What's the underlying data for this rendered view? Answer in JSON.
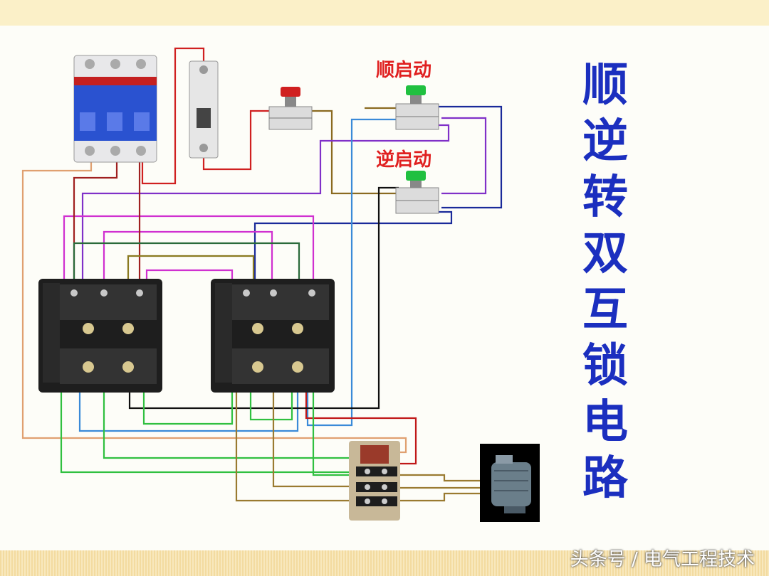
{
  "title_chars": [
    "顺",
    "逆",
    "转",
    "双",
    "互",
    "锁",
    "电",
    "路"
  ],
  "labels": {
    "forward_start": "顺启动",
    "reverse_start": "逆启动"
  },
  "watermark": "头条号 / 电气工程技术",
  "colors": {
    "title": "#1b2fbf",
    "label": "#e02020",
    "top_band": "#fbf0c8",
    "bottom_band": "#f3dba0"
  }
}
